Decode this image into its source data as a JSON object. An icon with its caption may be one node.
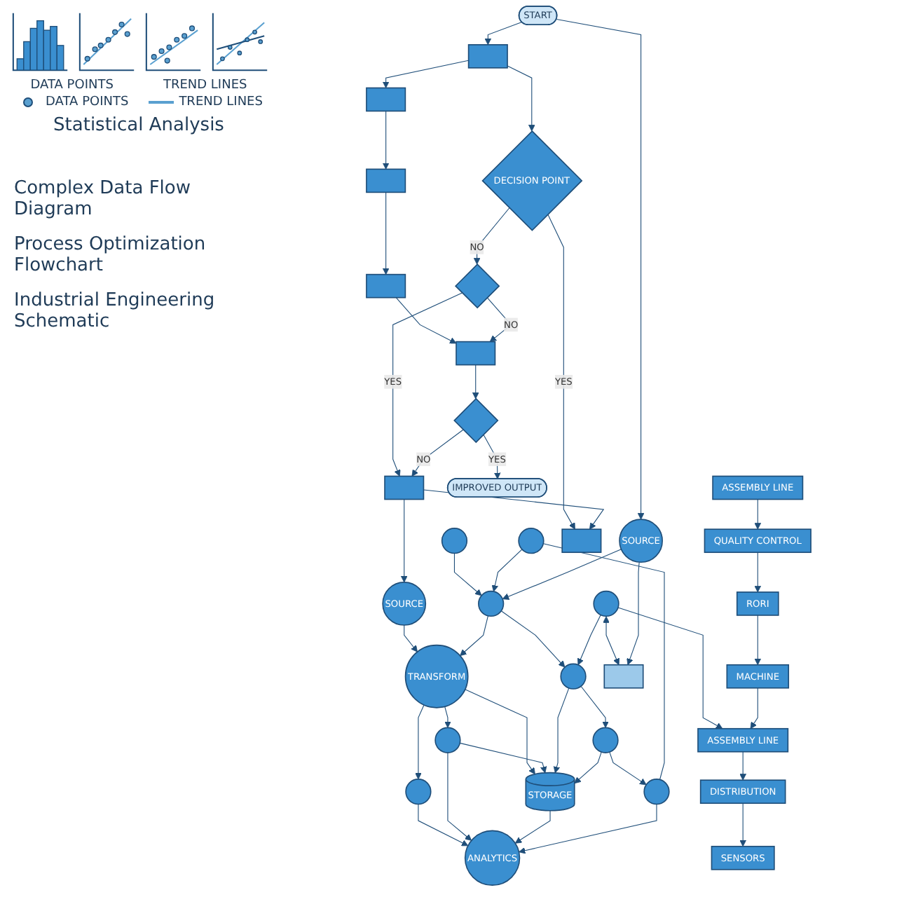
{
  "diagram": {
    "nodes": [
      {
        "text": [
          "SOURCE"
        ]
      },
      {
        "text": [],
        "shape": "circle"
      },
      {
        "text": [
          "TRANSFORM"
        ]
      },
      {
        "text": [],
        "shape": "circle"
      },
      {
        "text": [],
        "shape": "circle"
      },
      {
        "text": [],
        "shape": "circle"
      },
      {
        "text": [],
        "shape": "circle"
      },
      {
        "text": [
          "STORAGE"
        ]
      },
      {
        "text": [
          "ANALYTICS"
        ]
      },
      {
        "text": [
          "SOURCE"
        ]
      },
      {
        "text": [],
        "shape": "circle"
      },
      {
        "text": [],
        "shape": "circle"
      },
      {
        "text": [],
        "shape": "circle"
      },
      {
        "text": [],
        "shape": "circle"
      },
      {
        "text": [
          "START"
        ]
      },
      {
        "text": [],
        "shape": "box"
      },
      {
        "text": [],
        "shape": "box"
      },
      {
        "text": [],
        "shape": "box"
      },
      {
        "text": [],
        "shape": "box"
      },
      {
        "text": [
          "DECISION POINT"
        ]
      },
      {
        "text": [],
        "shape": "box"
      },
      {
        "text": [],
        "shape": "diamond"
      },
      {
        "text": [],
        "shape": "box"
      },
      {
        "text": [],
        "shape": "box"
      },
      {
        "text": [],
        "shape": "diamond"
      },
      {
        "text": [
          "IMPROVED OUTPUT"
        ]
      },
      {
        "text": [],
        "shape": "box"
      },
      {
        "text": [
          "ASSEMBLY LINE"
        ]
      },
      {
        "text": [
          "QUALITY CONTROL"
        ]
      },
      {
        "text": [
          "MACHINE"
        ]
      },
      {
        "text": [
          "RORI"
        ]
      },
      {
        "text": [
          "ASSEMBLY LINE"
        ]
      },
      {
        "text": [
          "DISTRIBUTION"
        ]
      },
      {
        "text": [
          "SENSORS"
        ]
      }
    ],
    "edges": [
      {
        "from": 0,
        "to": 2,
        "arrow": "to"
      },
      {
        "from": 2,
        "to": 3,
        "arrow": "to"
      },
      {
        "from": 2,
        "to": 4,
        "arrow": "to"
      },
      {
        "from": 2,
        "to": 7,
        "arrow": "to"
      },
      {
        "from": 1,
        "to": 5,
        "arrow": "to"
      },
      {
        "from": 6,
        "to": 5,
        "arrow": "to"
      },
      {
        "from": 9,
        "to": 5,
        "arrow": "to"
      },
      {
        "from": 5,
        "to": 2,
        "arrow": "to"
      },
      {
        "from": 5,
        "to": 10,
        "arrow": "to"
      },
      {
        "from": 4,
        "to": 7,
        "arrow": "to"
      },
      {
        "from": 3,
        "to": 8,
        "arrow": "to"
      },
      {
        "from": 4,
        "to": 8,
        "arrow": "to"
      },
      {
        "from": 7,
        "to": 8,
        "arrow": "to"
      },
      {
        "from": 10,
        "to": 7,
        "arrow": "to"
      },
      {
        "from": 10,
        "to": 11,
        "arrow": "to"
      },
      {
        "from": 11,
        "to": 7,
        "arrow": "to"
      },
      {
        "from": 11,
        "to": 13,
        "arrow": "to"
      },
      {
        "from": 6,
        "to": 13,
        "arrow": "none"
      },
      {
        "from": 12,
        "to": 10,
        "arrow": "to"
      },
      {
        "from": 13,
        "to": 8,
        "arrow": "to"
      },
      {
        "from": 14,
        "to": 15,
        "arrow": "to"
      },
      {
        "from": 15,
        "to": 16,
        "arrow": "to"
      },
      {
        "from": 16,
        "to": 17,
        "arrow": "to"
      },
      {
        "from": 17,
        "to": 18,
        "arrow": "to"
      },
      {
        "from": 18,
        "to": 23,
        "arrow": "to"
      },
      {
        "from": 15,
        "to": 19,
        "arrow": "to"
      },
      {
        "from": 19,
        "to": 20,
        "label": "YES",
        "arrow": "to"
      },
      {
        "from": 19,
        "to": 21,
        "label": "NO",
        "arrow": "to"
      },
      {
        "from": 21,
        "to": 22,
        "label": "YES",
        "arrow": "to"
      },
      {
        "from": 21,
        "to": 23,
        "label": "NO",
        "arrow": "to"
      },
      {
        "from": 23,
        "to": 24,
        "arrow": "to"
      },
      {
        "from": 24,
        "to": 25,
        "label": "YES",
        "arrow": "to"
      },
      {
        "from": 24,
        "to": 22,
        "label": "NO",
        "arrow": "to"
      },
      {
        "from": 22,
        "to": 20,
        "arrow": "to"
      },
      {
        "from": 22,
        "to": 0,
        "arrow": "to"
      },
      {
        "from": 14,
        "to": 9,
        "arrow": "to"
      },
      {
        "from": 12,
        "to": 26,
        "arrow": "both"
      },
      {
        "from": 9,
        "to": 26,
        "arrow": "to"
      },
      {
        "from": 12,
        "to": 31,
        "arrow": "to"
      },
      {
        "from": 27,
        "to": 28,
        "arrow": "to"
      },
      {
        "from": 28,
        "to": 30,
        "arrow": "to"
      },
      {
        "from": 30,
        "to": 29,
        "arrow": "to"
      },
      {
        "from": 29,
        "to": 31,
        "arrow": "to"
      },
      {
        "from": 31,
        "to": 32,
        "arrow": "to"
      },
      {
        "from": 32,
        "to": 33,
        "arrow": "to"
      }
    ],
    "labels": [
      "DATA POINTS",
      "TREND LINES",
      "Statistical Analysis",
      "Complex Data Flow Diagram",
      "Process Optimization Flowchart",
      "Industrial Engineering Schematic"
    ],
    "legend": [
      {
        "text": "DATA POINTS"
      },
      {
        "text": "TREND LINES"
      }
    ]
  }
}
